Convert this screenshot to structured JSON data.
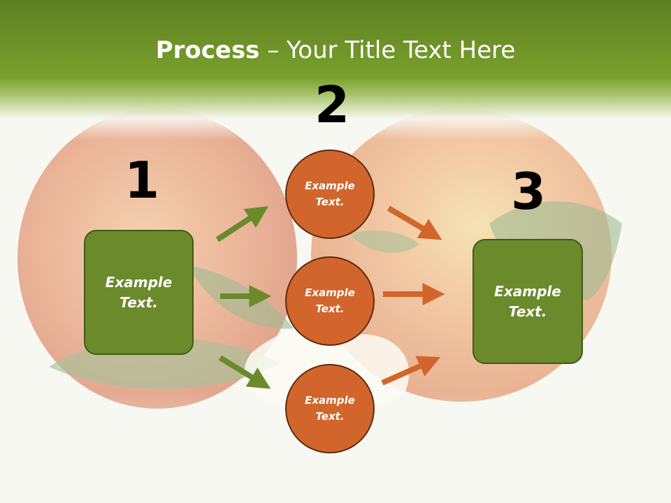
{
  "slide": {
    "title_bold": "Process",
    "title_rest": " – Your Title Text Here"
  },
  "steps": [
    {
      "number": "1"
    },
    {
      "number": "2"
    },
    {
      "number": "3"
    }
  ],
  "boxes": {
    "left": {
      "line1": "Example",
      "line2": "Text."
    },
    "right": {
      "line1": "Example",
      "line2": "Text."
    }
  },
  "circles": [
    {
      "line1": "Example",
      "line2": "Text."
    },
    {
      "line1": "Example",
      "line2": "Text."
    },
    {
      "line1": "Example",
      "line2": "Text."
    }
  ],
  "colors": {
    "header_green": "#6a8f26",
    "box_green": "#6a8a2b",
    "circle_orange": "#d1652b",
    "arrow_green": "#6a8a2b",
    "arrow_orange": "#d1652b"
  }
}
